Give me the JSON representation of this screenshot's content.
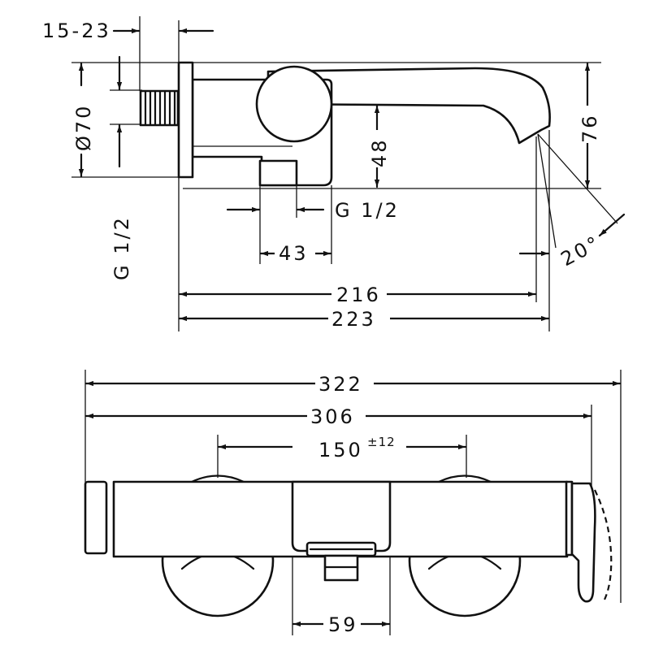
{
  "side_view": {
    "wall_offset": "15-23",
    "pipe_diameter": "Ø70",
    "thread_left": "G 1/2",
    "thread_bottom": "G 1/2",
    "outlet_height": "48",
    "overall_height": "76",
    "connector_width": "43",
    "projection_inner": "216",
    "projection_outer": "223",
    "spout_angle": "20°"
  },
  "front_view": {
    "overall_width": "322",
    "body_width": "306",
    "center_distance": "150",
    "center_tolerance": "±12",
    "outlet_width": "59"
  }
}
